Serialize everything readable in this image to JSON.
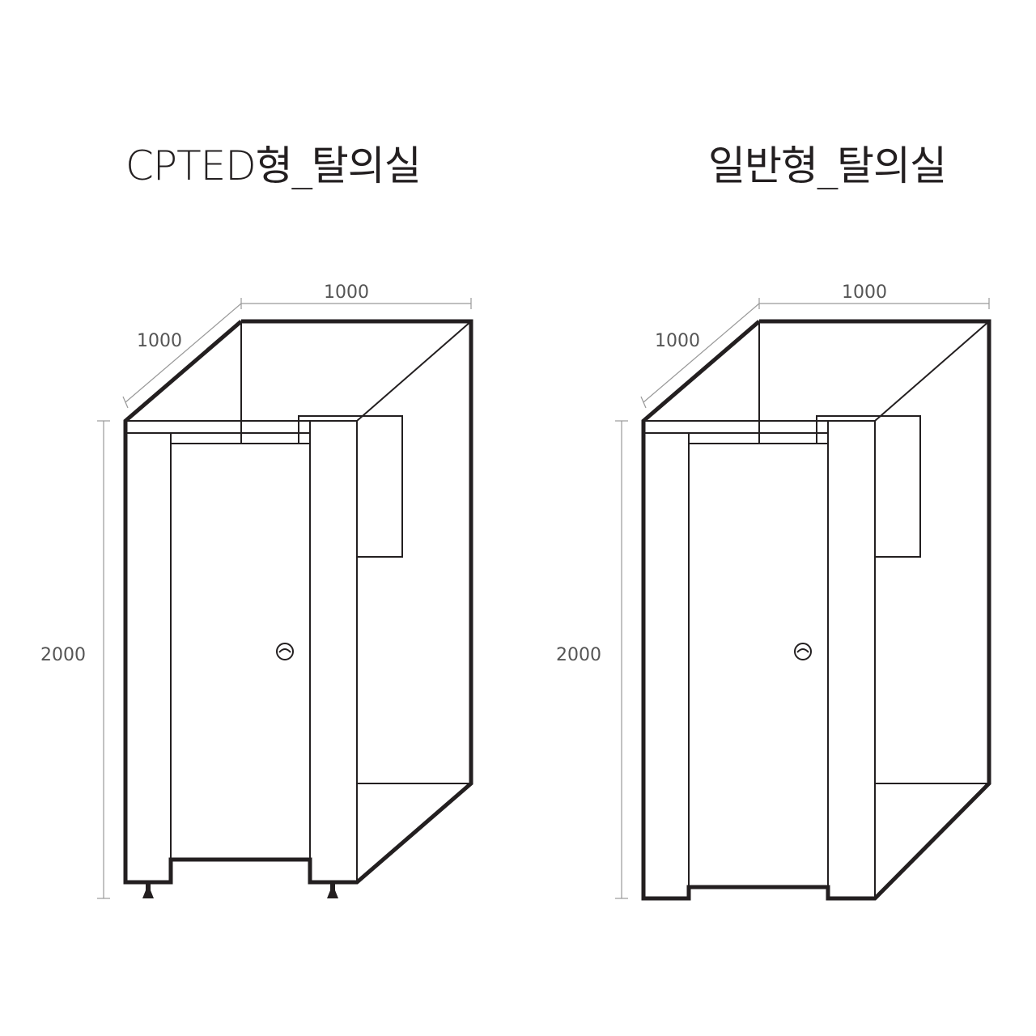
{
  "titles": {
    "left": "CPTED형_탈의실",
    "right": "일반형_탈의실"
  },
  "dimensions": {
    "width": "1000",
    "depth": "1000",
    "height": "2000"
  },
  "colors": {
    "line": "#231f20",
    "dim": "#999999"
  }
}
